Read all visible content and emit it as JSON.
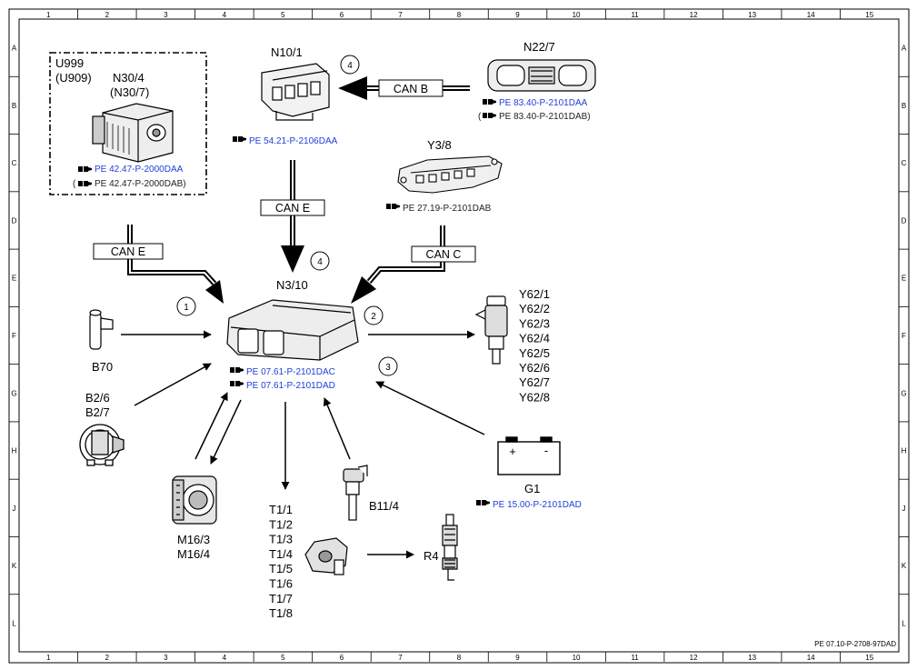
{
  "grid": {
    "cols": [
      "1",
      "2",
      "3",
      "4",
      "5",
      "6",
      "7",
      "8",
      "9",
      "10",
      "11",
      "12",
      "13",
      "14",
      "15"
    ],
    "rows": [
      "A",
      "B",
      "C",
      "D",
      "E",
      "F",
      "G",
      "H",
      "J",
      "K",
      "L"
    ]
  },
  "components": {
    "u999_box": {
      "l1": "U999",
      "l2": "(U909)",
      "l3": "N30/4",
      "l4": "(N30/7)"
    },
    "n10_1": "N10/1",
    "n22_7": "N22/7",
    "y3_8": "Y3/8",
    "n3_10": "N3/10",
    "b70": "B70",
    "b2": [
      "B2/6",
      "B2/7"
    ],
    "m16": [
      "M16/3",
      "M16/4"
    ],
    "t1": [
      "T1/1",
      "T1/2",
      "T1/3",
      "T1/4",
      "T1/5",
      "T1/6",
      "T1/7",
      "T1/8"
    ],
    "b11_4": "B11/4",
    "g1": "G1",
    "r4": "R4",
    "y62": [
      "Y62/1",
      "Y62/2",
      "Y62/3",
      "Y62/4",
      "Y62/5",
      "Y62/6",
      "Y62/7",
      "Y62/8"
    ]
  },
  "battery": {
    "plus": "+",
    "minus": "-"
  },
  "can_labels": {
    "can_b": "CAN B",
    "can_e_top": "CAN E",
    "can_e_left": "CAN E",
    "can_c": "CAN C"
  },
  "callouts": {
    "c1": "1",
    "c2": "2",
    "c3": "3",
    "c4a": "4",
    "c4b": "4"
  },
  "refs": {
    "n30_a": "PE 42.47-P-2000DAA",
    "n30_b_pre": "(",
    "n30_b": "PE 42.47-P-2000DAB)",
    "n10": "PE 54.21-P-2106DAA",
    "n22_a": "PE 83.40-P-2101DAA",
    "n22_b_pre": "(",
    "n22_b": "PE 83.40-P-2101DAB)",
    "y3": "PE 27.19-P-2101DAB",
    "n3_a": "PE 07.61-P-2101DAC",
    "n3_b": "PE 07.61-P-2101DAD",
    "g1": "PE 15.00-P-2101DAD"
  },
  "doc_id": "PE 07.10-P-2708-97DAD",
  "colors": {
    "link_blue": "#1f3fd8",
    "line": "#000000"
  }
}
